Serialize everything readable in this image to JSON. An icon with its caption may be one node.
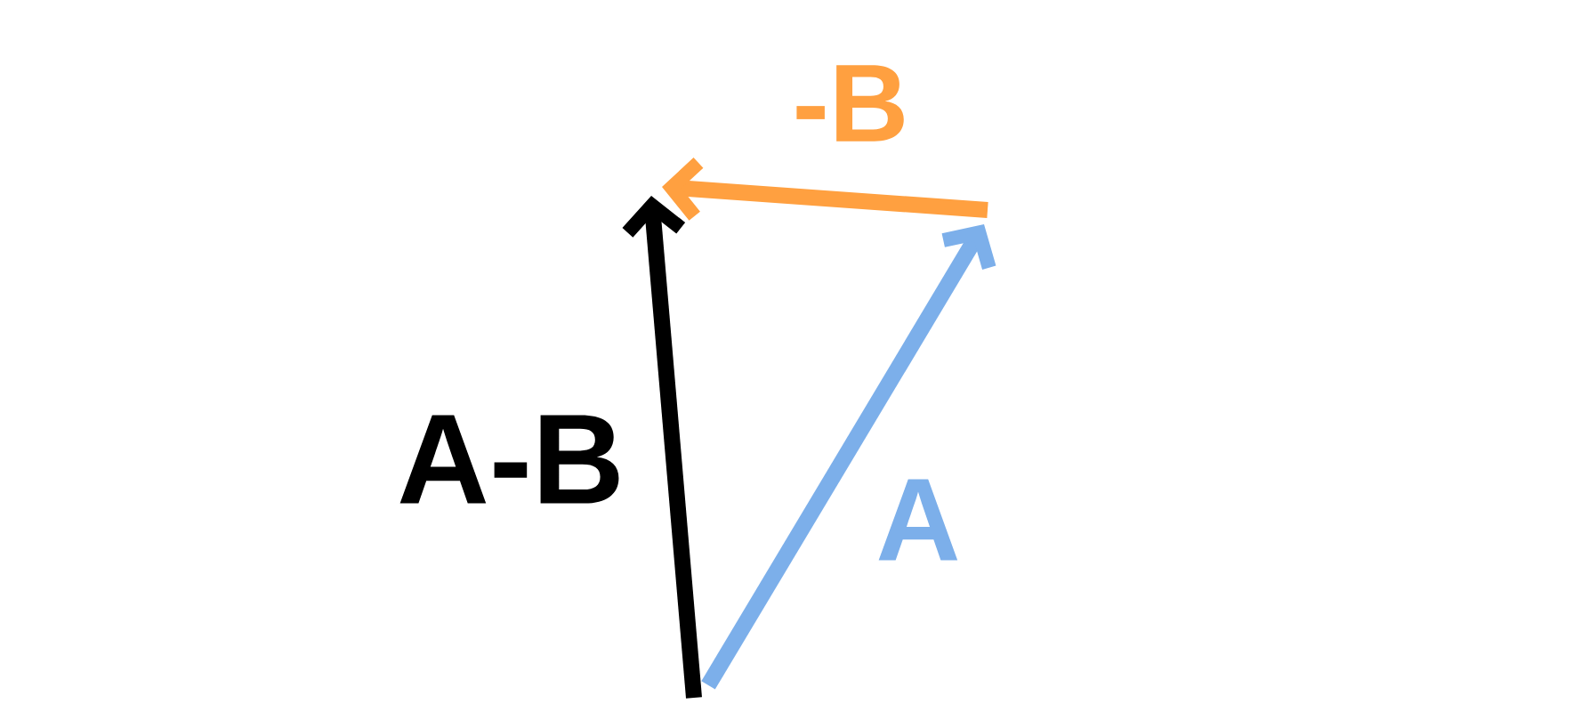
{
  "diagram": {
    "labels": [
      "-B",
      "A-B",
      "A"
    ]
  }
}
